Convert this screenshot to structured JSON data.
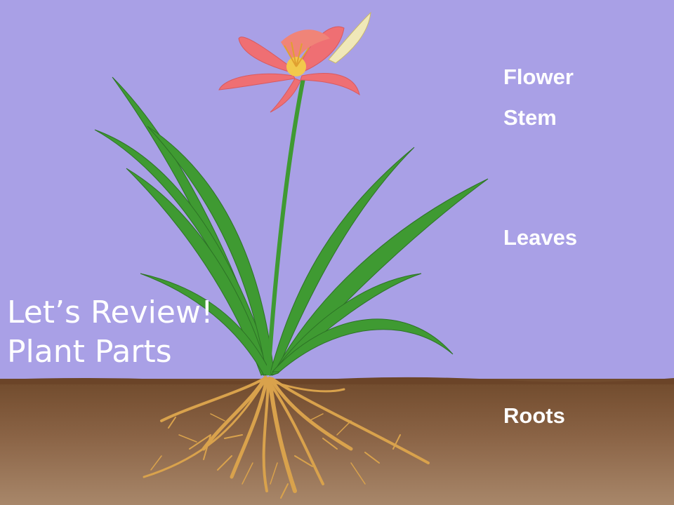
{
  "slide": {
    "title_line1": "Let’s Review!",
    "title_line2": "Plant Parts"
  },
  "labels": {
    "flower": "Flower",
    "stem": "Stem",
    "leaves": "Leaves",
    "roots": "Roots"
  },
  "colors": {
    "sky": "#a9a0e6",
    "soil": "#7a5435",
    "label_text": "#ffffff",
    "petal": "#ef6f73",
    "leaf": "#3f9a32",
    "root": "#d9a24c"
  }
}
